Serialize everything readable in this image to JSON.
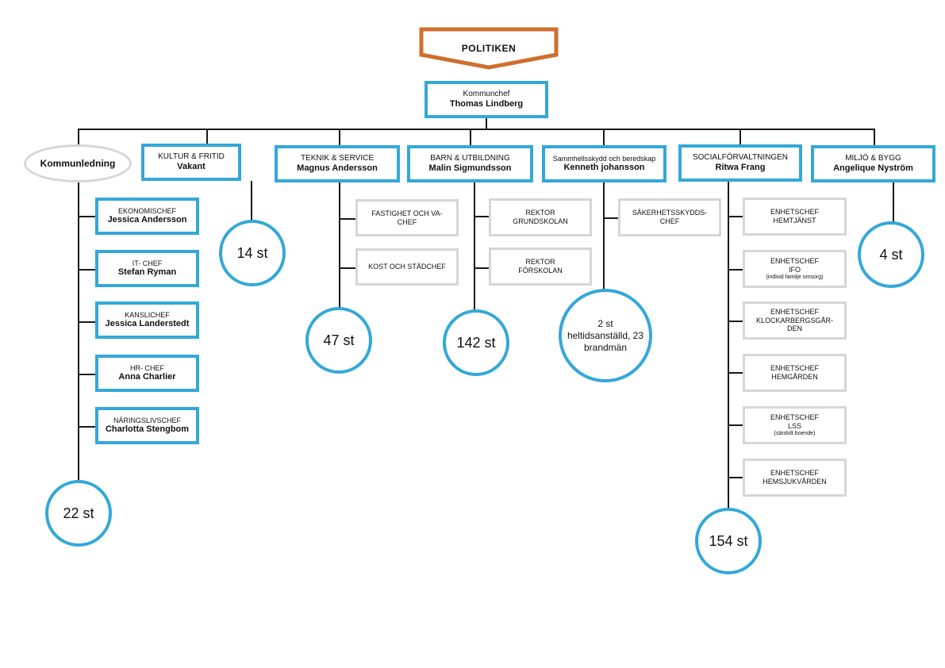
{
  "politiken": "POLITIKEN",
  "kommunchef": {
    "title": "Kommunchef",
    "name": "Thomas Lindberg"
  },
  "kommunledning": {
    "label": "Kommunledning",
    "children": [
      {
        "title": "EKONOMISCHEF",
        "name": "Jessica Andersson"
      },
      {
        "title": "IT- CHEF",
        "name": "Stefan Ryman"
      },
      {
        "title": "KANSLICHEF",
        "name": "Jessica Landerstedt"
      },
      {
        "title": "HR- CHEF",
        "name": "Anna Charlier"
      },
      {
        "title": "NÄRINGSLIVSCHEF",
        "name": "Charlotta Stengbom"
      }
    ],
    "count": "22 st"
  },
  "kultur": {
    "title": "KULTUR & FRITID",
    "name": "Vakant",
    "count": "14 st"
  },
  "teknik": {
    "title": "TEKNIK & SERVICE",
    "name": "Magnus Andersson",
    "children": [
      "FASTIGHET OCH VA-CHEF",
      "KOST OCH STÄDCHEF"
    ],
    "count": "47 st"
  },
  "barn": {
    "title": "BARN & UTBILDNING",
    "name": "Malin Sigmundsson",
    "children": [
      {
        "line1": "REKTOR",
        "line2": "GRUNDSKOLAN"
      },
      {
        "line1": "REKTOR",
        "line2": "FÖRSKOLAN"
      }
    ],
    "count": "142 st"
  },
  "samhalle": {
    "title": "Sammhellsskydd och beredskap",
    "name": "Kenneth johansson",
    "child": "SÄKERHETSSKYDDS-CHEF",
    "count": "2 st heltidsanställd, 23 brandmän"
  },
  "social": {
    "title": "SOCIALFÖRVALTNINGEN",
    "name": "Ritwa Frang",
    "children": [
      {
        "line1": "ENHETSCHEF",
        "line2": "HEMTJÄNST",
        "note": ""
      },
      {
        "line1": "ENHETSCHEF",
        "line2": "IFO",
        "note": "(individ familje omsorg)"
      },
      {
        "line1": "ENHETSCHEF",
        "line2": "KLOCKARBERGSGÅR-DEN",
        "note": ""
      },
      {
        "line1": "ENHETSCHEF",
        "line2": "HEMGÅRDEN",
        "note": ""
      },
      {
        "line1": "ENHETSCHEF",
        "line2": "LSS",
        "note": "(särskilt boende)"
      },
      {
        "line1": "ENHETSCHEF",
        "line2": "HEMSJUKVÅRDEN",
        "note": ""
      }
    ],
    "count": "154 st"
  },
  "miljo": {
    "title": "MILJÖ & BYGG",
    "name": "Angelique Nyström",
    "count": "4 st"
  },
  "colors": {
    "blue": "#33a8d8",
    "orange": "#cf6f2e",
    "grey": "#d6d6d6",
    "line": "#1a1a1a"
  }
}
